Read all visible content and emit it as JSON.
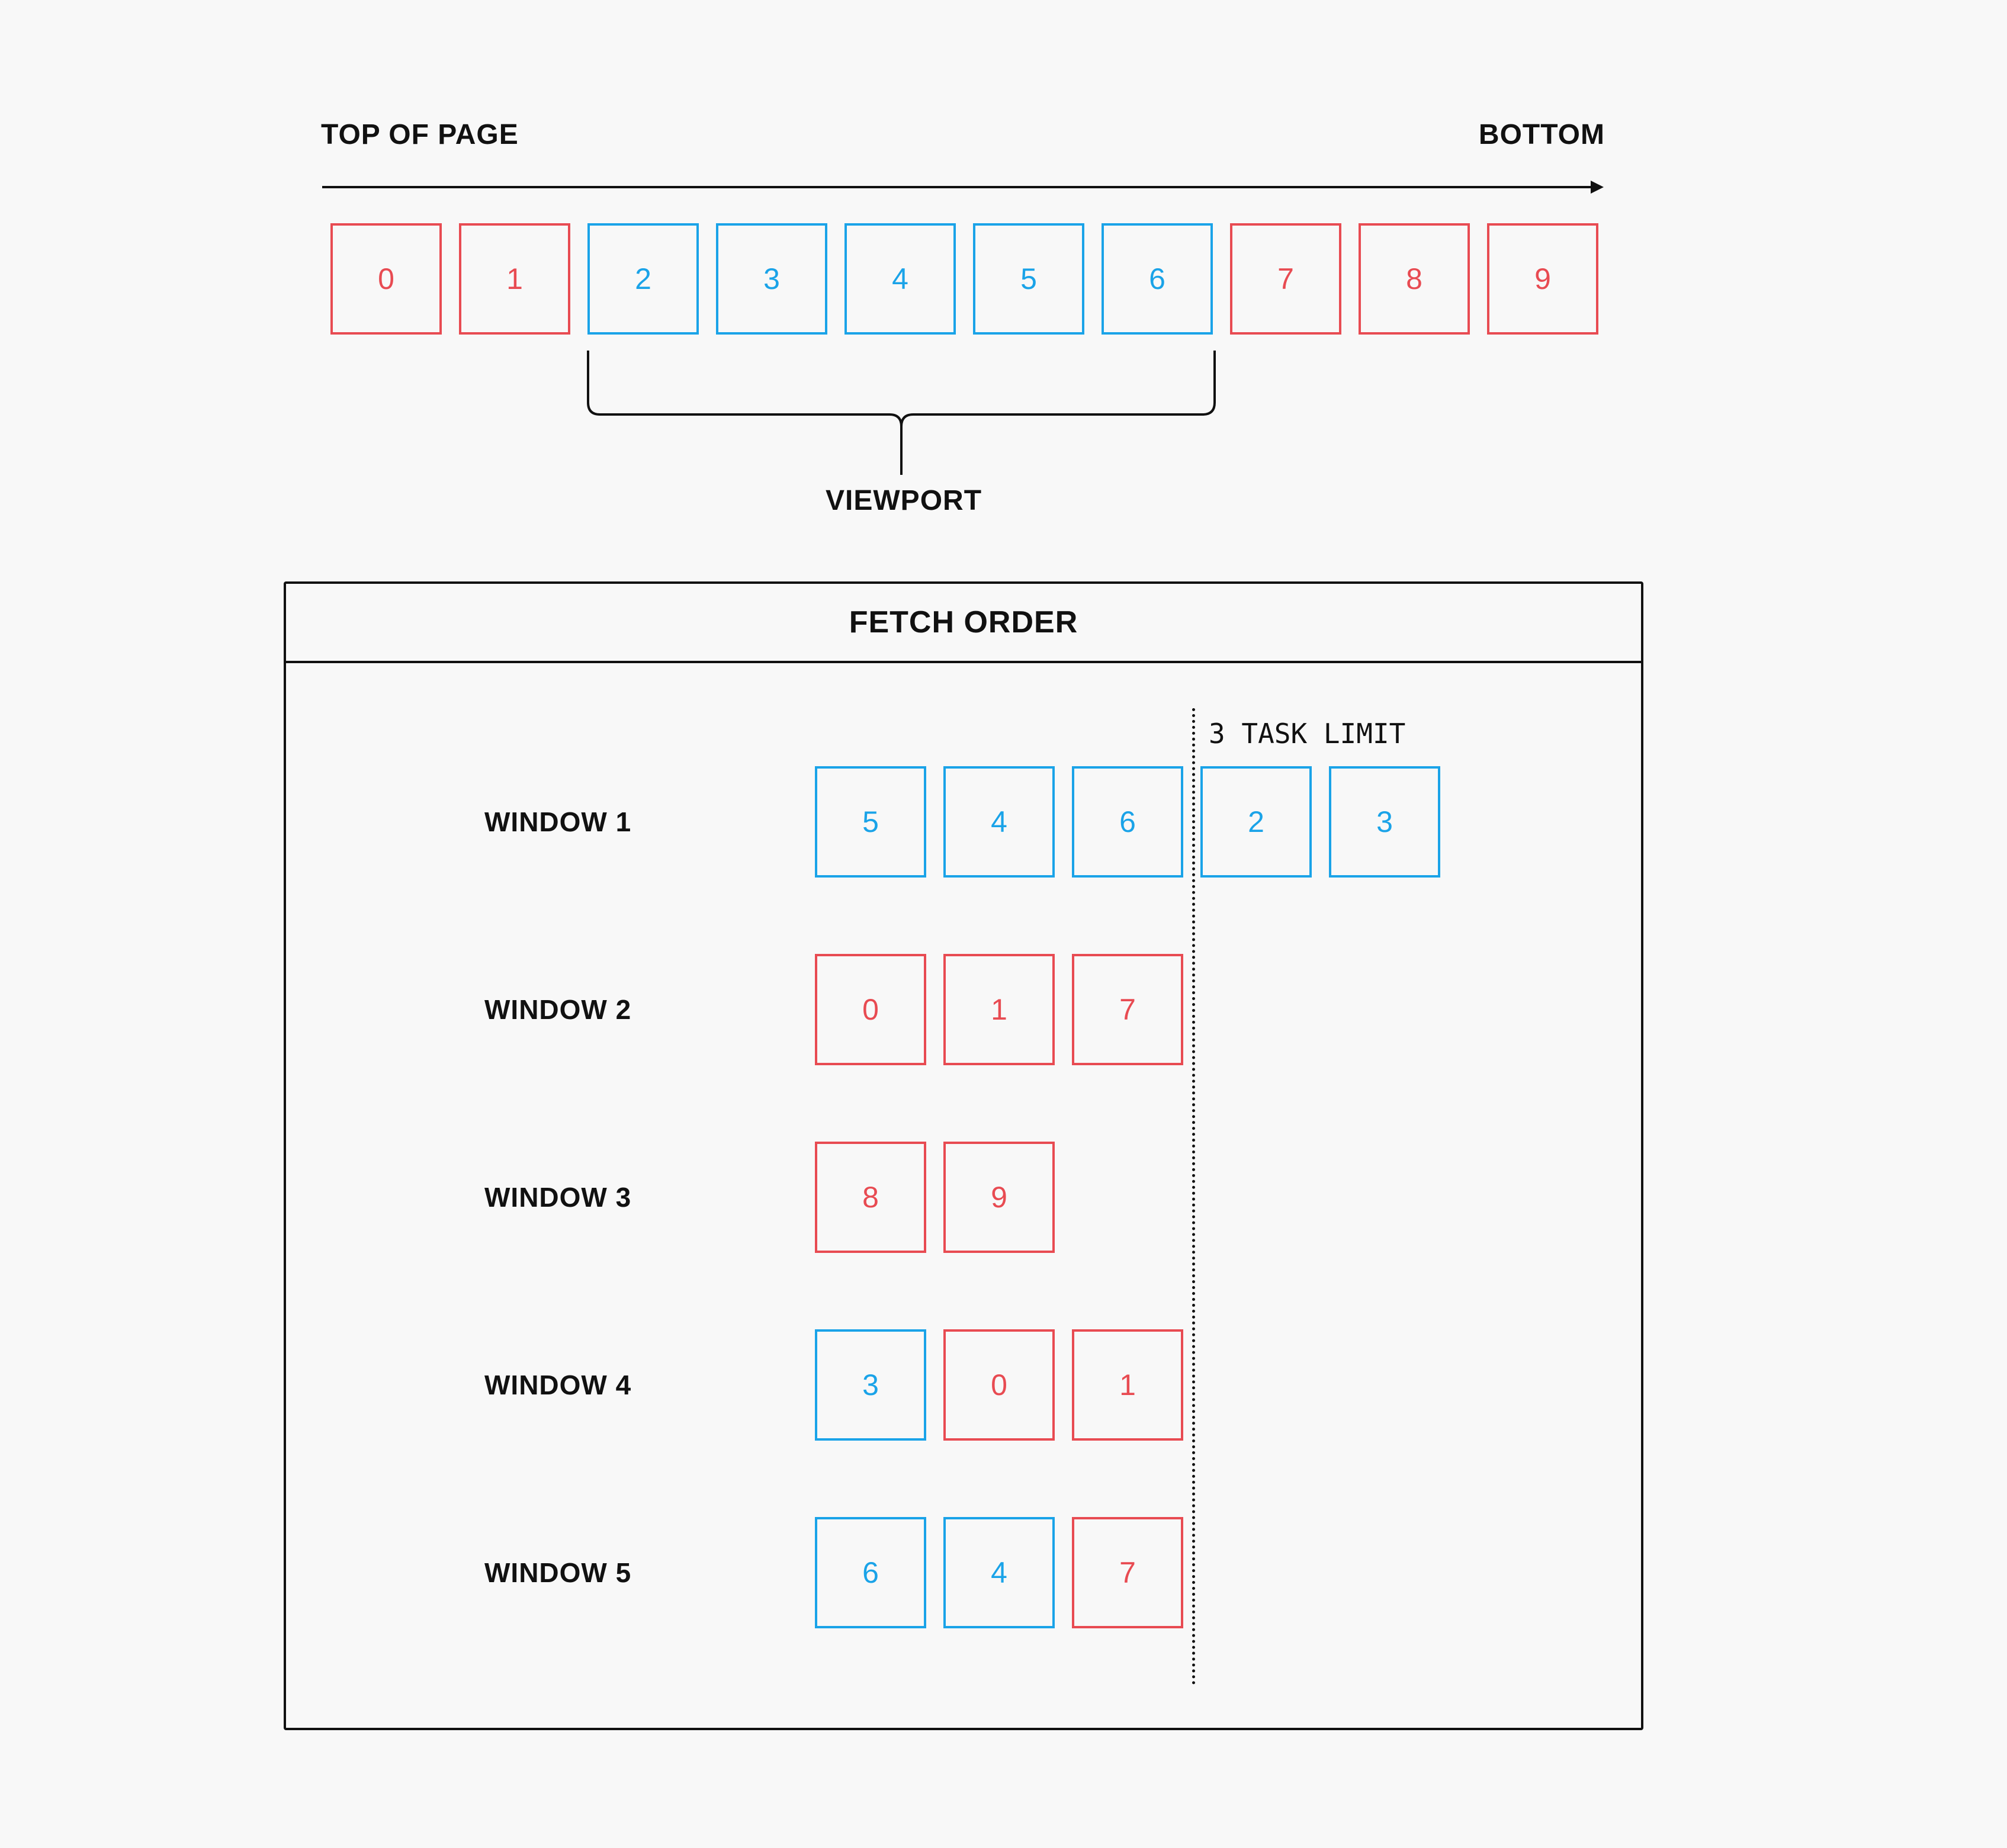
{
  "axis": {
    "start_label": "TOP OF PAGE",
    "end_label": "BOTTOM"
  },
  "colors": {
    "offscreen": "#e84b52",
    "viewport": "#1aa3e8",
    "text": "#111111",
    "background": "#f8f8f8"
  },
  "page_items": [
    {
      "label": "0",
      "state": "offscreen"
    },
    {
      "label": "1",
      "state": "offscreen"
    },
    {
      "label": "2",
      "state": "viewport"
    },
    {
      "label": "3",
      "state": "viewport"
    },
    {
      "label": "4",
      "state": "viewport"
    },
    {
      "label": "5",
      "state": "viewport"
    },
    {
      "label": "6",
      "state": "viewport"
    },
    {
      "label": "7",
      "state": "offscreen"
    },
    {
      "label": "8",
      "state": "offscreen"
    },
    {
      "label": "9",
      "state": "offscreen"
    }
  ],
  "viewport_label": "VIEWPORT",
  "fetch_order": {
    "title": "FETCH ORDER",
    "task_limit_label": "3 TASK LIMIT",
    "windows": [
      {
        "label": "WINDOW 1",
        "items": [
          {
            "label": "5",
            "state": "viewport"
          },
          {
            "label": "4",
            "state": "viewport"
          },
          {
            "label": "6",
            "state": "viewport"
          },
          {
            "label": "2",
            "state": "viewport"
          },
          {
            "label": "3",
            "state": "viewport"
          }
        ]
      },
      {
        "label": "WINDOW 2",
        "items": [
          {
            "label": "0",
            "state": "offscreen"
          },
          {
            "label": "1",
            "state": "offscreen"
          },
          {
            "label": "7",
            "state": "offscreen"
          }
        ]
      },
      {
        "label": "WINDOW 3",
        "items": [
          {
            "label": "8",
            "state": "offscreen"
          },
          {
            "label": "9",
            "state": "offscreen"
          }
        ]
      },
      {
        "label": "WINDOW 4",
        "items": [
          {
            "label": "3",
            "state": "viewport"
          },
          {
            "label": "0",
            "state": "offscreen"
          },
          {
            "label": "1",
            "state": "offscreen"
          }
        ]
      },
      {
        "label": "WINDOW 5",
        "items": [
          {
            "label": "6",
            "state": "viewport"
          },
          {
            "label": "4",
            "state": "viewport"
          },
          {
            "label": "7",
            "state": "offscreen"
          }
        ]
      }
    ]
  }
}
